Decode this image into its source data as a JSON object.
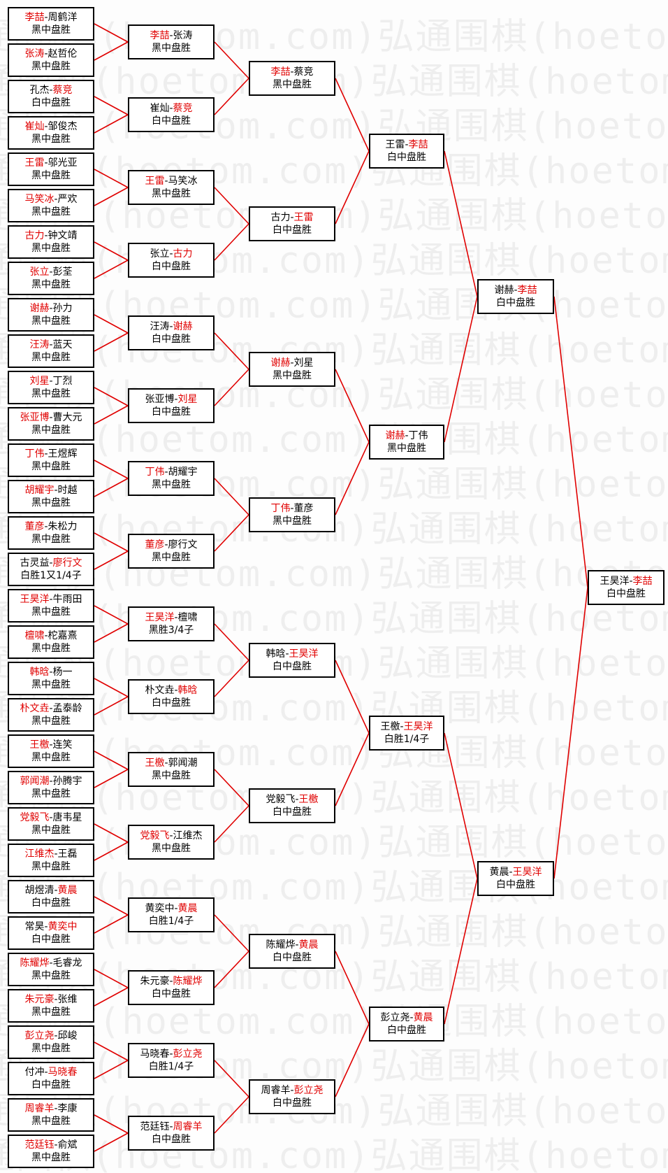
{
  "watermark": "弘通围棋(hoetom.com)",
  "colors": {
    "winner": "#e00000",
    "line": "#e00000",
    "border": "#000000",
    "text": "#000000"
  },
  "rounds": [
    [
      {
        "p1": "李喆",
        "p2": "周鹤洋",
        "winner": 1,
        "result": "黑中盘胜"
      },
      {
        "p1": "张涛",
        "p2": "赵哲伦",
        "winner": 1,
        "result": "黑中盘胜"
      },
      {
        "p1": "孔杰",
        "p2": "蔡竞",
        "winner": 2,
        "result": "白中盘胜"
      },
      {
        "p1": "崔灿",
        "p2": "邹俊杰",
        "winner": 1,
        "result": "黑中盘胜"
      },
      {
        "p1": "王雷",
        "p2": "邬光亚",
        "winner": 1,
        "result": "黑中盘胜"
      },
      {
        "p1": "马笑冰",
        "p2": "严欢",
        "winner": 1,
        "result": "黑中盘胜"
      },
      {
        "p1": "古力",
        "p2": "钟文靖",
        "winner": 1,
        "result": "黑中盘胜"
      },
      {
        "p1": "张立",
        "p2": "彭荃",
        "winner": 1,
        "result": "黑中盘胜"
      },
      {
        "p1": "谢赫",
        "p2": "孙力",
        "winner": 1,
        "result": "黑中盘胜"
      },
      {
        "p1": "汪涛",
        "p2": "蓝天",
        "winner": 1,
        "result": "黑中盘胜"
      },
      {
        "p1": "刘星",
        "p2": "丁烈",
        "winner": 1,
        "result": "黑中盘胜"
      },
      {
        "p1": "张亚博",
        "p2": "曹大元",
        "winner": 1,
        "result": "黑中盘胜"
      },
      {
        "p1": "丁伟",
        "p2": "王煜辉",
        "winner": 1,
        "result": "黑中盘胜"
      },
      {
        "p1": "胡耀宇",
        "p2": "时越",
        "winner": 1,
        "result": "黑中盘胜"
      },
      {
        "p1": "董彦",
        "p2": "朱松力",
        "winner": 1,
        "result": "黑中盘胜"
      },
      {
        "p1": "古灵益",
        "p2": "廖行文",
        "winner": 2,
        "result": "白胜1又1/4子"
      },
      {
        "p1": "王昊洋",
        "p2": "牛雨田",
        "winner": 1,
        "result": "黑中盘胜"
      },
      {
        "p1": "檀啸",
        "p2": "柁嘉熹",
        "winner": 1,
        "result": "黑中盘胜"
      },
      {
        "p1": "韩晗",
        "p2": "杨一",
        "winner": 1,
        "result": "黑中盘胜"
      },
      {
        "p1": "朴文垚",
        "p2": "孟泰龄",
        "winner": 1,
        "result": "黑中盘胜"
      },
      {
        "p1": "王檄",
        "p2": "连笑",
        "winner": 1,
        "result": "黑中盘胜"
      },
      {
        "p1": "郭闻潮",
        "p2": "孙腾宇",
        "winner": 1,
        "result": "黑中盘胜"
      },
      {
        "p1": "党毅飞",
        "p2": "唐韦星",
        "winner": 1,
        "result": "黑中盘胜"
      },
      {
        "p1": "江维杰",
        "p2": "王磊",
        "winner": 1,
        "result": "黑中盘胜"
      },
      {
        "p1": "胡煜清",
        "p2": "黄晨",
        "winner": 2,
        "result": "白中盘胜"
      },
      {
        "p1": "常昊",
        "p2": "黄奕中",
        "winner": 2,
        "result": "白中盘胜"
      },
      {
        "p1": "陈耀烨",
        "p2": "毛睿龙",
        "winner": 1,
        "result": "黑中盘胜"
      },
      {
        "p1": "朱元豪",
        "p2": "张维",
        "winner": 1,
        "result": "黑中盘胜"
      },
      {
        "p1": "彭立尧",
        "p2": "邱峻",
        "winner": 1,
        "result": "黑中盘胜"
      },
      {
        "p1": "付冲",
        "p2": "马晓春",
        "winner": 2,
        "result": "白中盘胜"
      },
      {
        "p1": "周睿羊",
        "p2": "李康",
        "winner": 1,
        "result": "黑中盘胜"
      },
      {
        "p1": "范廷钰",
        "p2": "俞斌",
        "winner": 1,
        "result": "黑中盘胜"
      }
    ],
    [
      {
        "p1": "李喆",
        "p2": "张涛",
        "winner": 1,
        "result": "黑中盘胜"
      },
      {
        "p1": "崔灿",
        "p2": "蔡竞",
        "winner": 2,
        "result": "白中盘胜"
      },
      {
        "p1": "王雷",
        "p2": "马笑冰",
        "winner": 1,
        "result": "黑中盘胜"
      },
      {
        "p1": "张立",
        "p2": "古力",
        "winner": 2,
        "result": "白中盘胜"
      },
      {
        "p1": "汪涛",
        "p2": "谢赫",
        "winner": 2,
        "result": "白中盘胜"
      },
      {
        "p1": "张亚博",
        "p2": "刘星",
        "winner": 2,
        "result": "白中盘胜"
      },
      {
        "p1": "丁伟",
        "p2": "胡耀宇",
        "winner": 1,
        "result": "黑中盘胜"
      },
      {
        "p1": "董彦",
        "p2": "廖行文",
        "winner": 1,
        "result": "黑中盘胜"
      },
      {
        "p1": "王昊洋",
        "p2": "檀啸",
        "winner": 1,
        "result": "黑胜3/4子"
      },
      {
        "p1": "朴文垚",
        "p2": "韩晗",
        "winner": 2,
        "result": "白中盘胜"
      },
      {
        "p1": "王檄",
        "p2": "郭闻潮",
        "winner": 1,
        "result": "黑中盘胜"
      },
      {
        "p1": "党毅飞",
        "p2": "江维杰",
        "winner": 1,
        "result": "黑中盘胜"
      },
      {
        "p1": "黄奕中",
        "p2": "黄晨",
        "winner": 2,
        "result": "白胜1/4子"
      },
      {
        "p1": "朱元豪",
        "p2": "陈耀烨",
        "winner": 2,
        "result": "白中盘胜"
      },
      {
        "p1": "马晓春",
        "p2": "彭立尧",
        "winner": 2,
        "result": "白胜1/4子"
      },
      {
        "p1": "范廷钰",
        "p2": "周睿羊",
        "winner": 2,
        "result": "白中盘胜"
      }
    ],
    [
      {
        "p1": "李喆",
        "p2": "蔡竞",
        "winner": 1,
        "result": "黑中盘胜"
      },
      {
        "p1": "古力",
        "p2": "王雷",
        "winner": 2,
        "result": "白中盘胜"
      },
      {
        "p1": "谢赫",
        "p2": "刘星",
        "winner": 1,
        "result": "黑中盘胜"
      },
      {
        "p1": "丁伟",
        "p2": "董彦",
        "winner": 1,
        "result": "黑中盘胜"
      },
      {
        "p1": "韩晗",
        "p2": "王昊洋",
        "winner": 2,
        "result": "白中盘胜"
      },
      {
        "p1": "党毅飞",
        "p2": "王檄",
        "winner": 2,
        "result": "白中盘胜"
      },
      {
        "p1": "陈耀烨",
        "p2": "黄晨",
        "winner": 2,
        "result": "白中盘胜"
      },
      {
        "p1": "周睿羊",
        "p2": "彭立尧",
        "winner": 2,
        "result": "白中盘胜"
      }
    ],
    [
      {
        "p1": "王雷",
        "p2": "李喆",
        "winner": 2,
        "result": "白中盘胜"
      },
      {
        "p1": "谢赫",
        "p2": "丁伟",
        "winner": 1,
        "result": "黑中盘胜"
      },
      {
        "p1": "王檄",
        "p2": "王昊洋",
        "winner": 2,
        "result": "白胜1/4子"
      },
      {
        "p1": "彭立尧",
        "p2": "黄晨",
        "winner": 2,
        "result": "白中盘胜"
      }
    ],
    [
      {
        "p1": "谢赫",
        "p2": "李喆",
        "winner": 2,
        "result": "白中盘胜"
      },
      {
        "p1": "黄晨",
        "p2": "王昊洋",
        "winner": 2,
        "result": "白中盘胜"
      }
    ],
    [
      {
        "p1": "王昊洋",
        "p2": "李喆",
        "winner": 2,
        "result": "白中盘胜"
      }
    ]
  ]
}
